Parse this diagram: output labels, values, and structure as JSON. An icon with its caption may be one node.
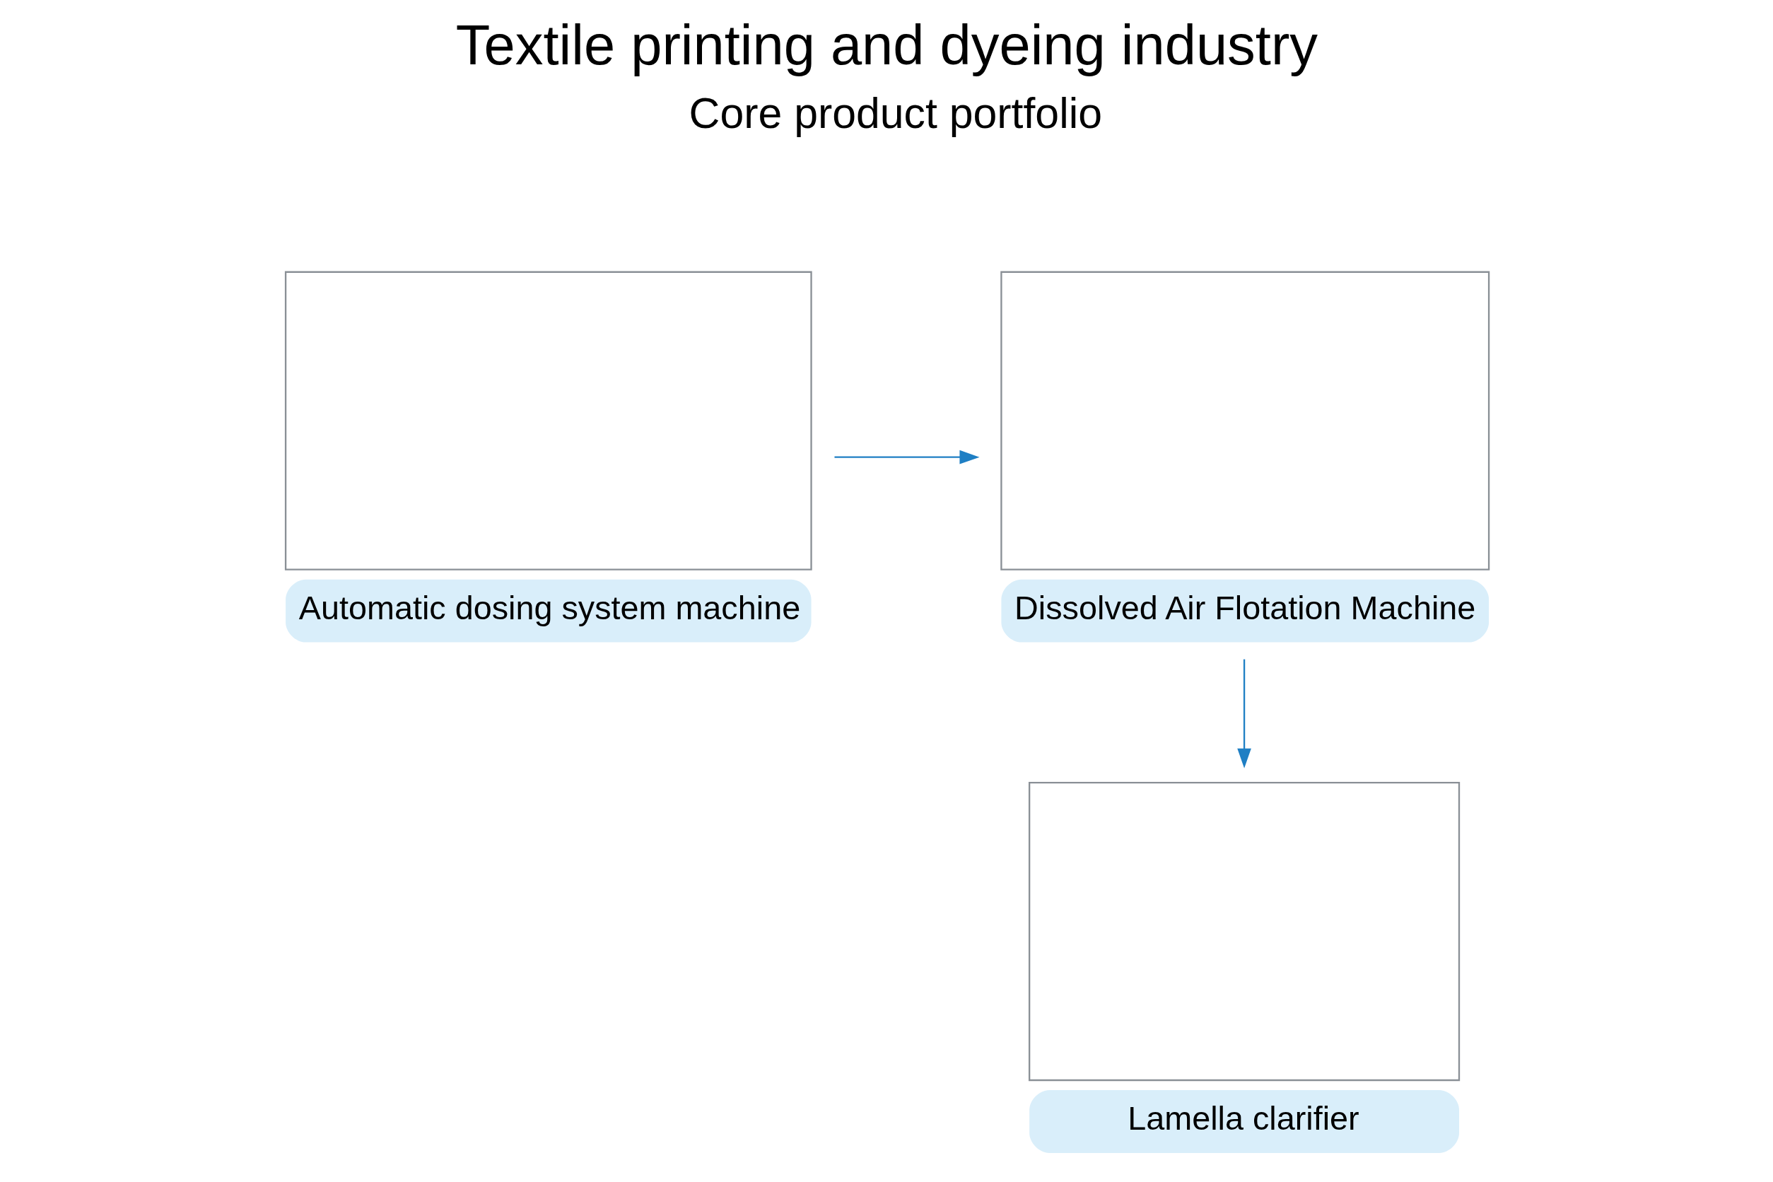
{
  "diagram": {
    "title": "Textile printing and dyeing industry",
    "nodes": [
      {
        "text": [],
        "shape": "box",
        "beside": [
          "Automatic dosing system machine"
        ]
      },
      {
        "text": [],
        "shape": "box",
        "beside": [
          "Dissolved Air Flotation Machine"
        ]
      },
      {
        "text": [],
        "shape": "box",
        "beside": [
          "Lamella clarifier"
        ]
      }
    ],
    "edges": [
      {
        "from": 0,
        "to": 1,
        "arrow": "to"
      },
      {
        "from": 1,
        "to": 2,
        "arrow": "to"
      }
    ],
    "labels": [
      "Core product portfolio"
    ]
  }
}
